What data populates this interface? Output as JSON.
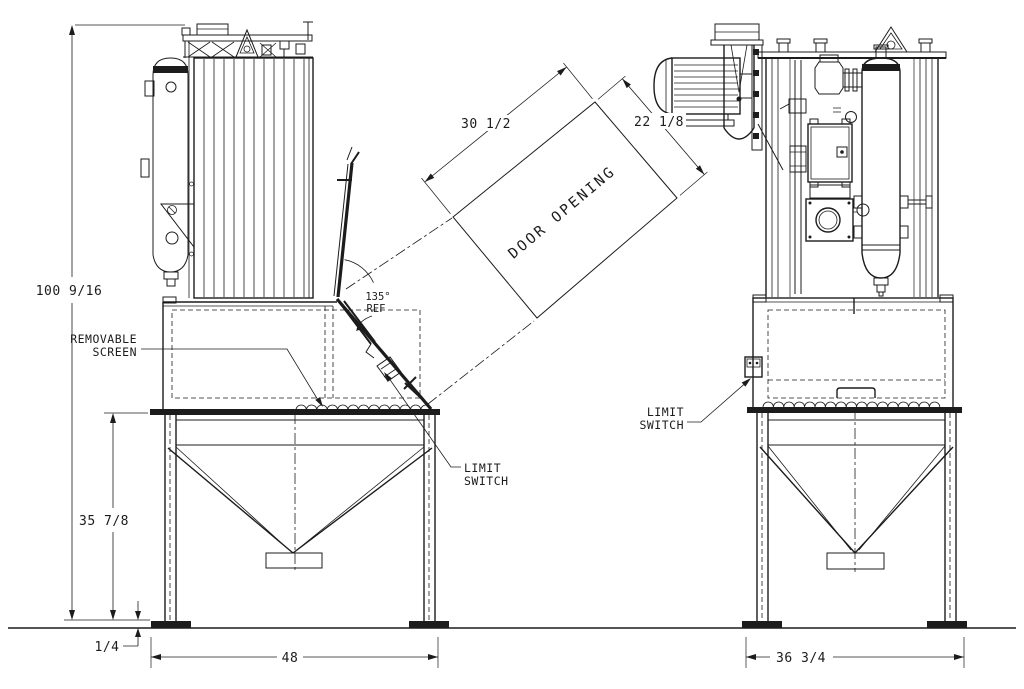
{
  "drawing": {
    "background": "#ffffff",
    "line_color": "#1c1c1c",
    "dimensions": {
      "overall_height": "100 9/16",
      "hopper_height": "35 7/8",
      "pad_thickness": "1/4",
      "front_width": "48",
      "side_width": "36 3/4",
      "door_width": "30 1/2",
      "door_height": "22 1/8",
      "door_angle": "135°",
      "door_angle_ref": "REF"
    },
    "labels": {
      "door_opening": "DOOR OPENING",
      "removable_screen_line1": "REMOVABLE",
      "removable_screen_line2": "SCREEN",
      "limit_switch_line1": "LIMIT",
      "limit_switch_line2": "SWITCH"
    }
  }
}
